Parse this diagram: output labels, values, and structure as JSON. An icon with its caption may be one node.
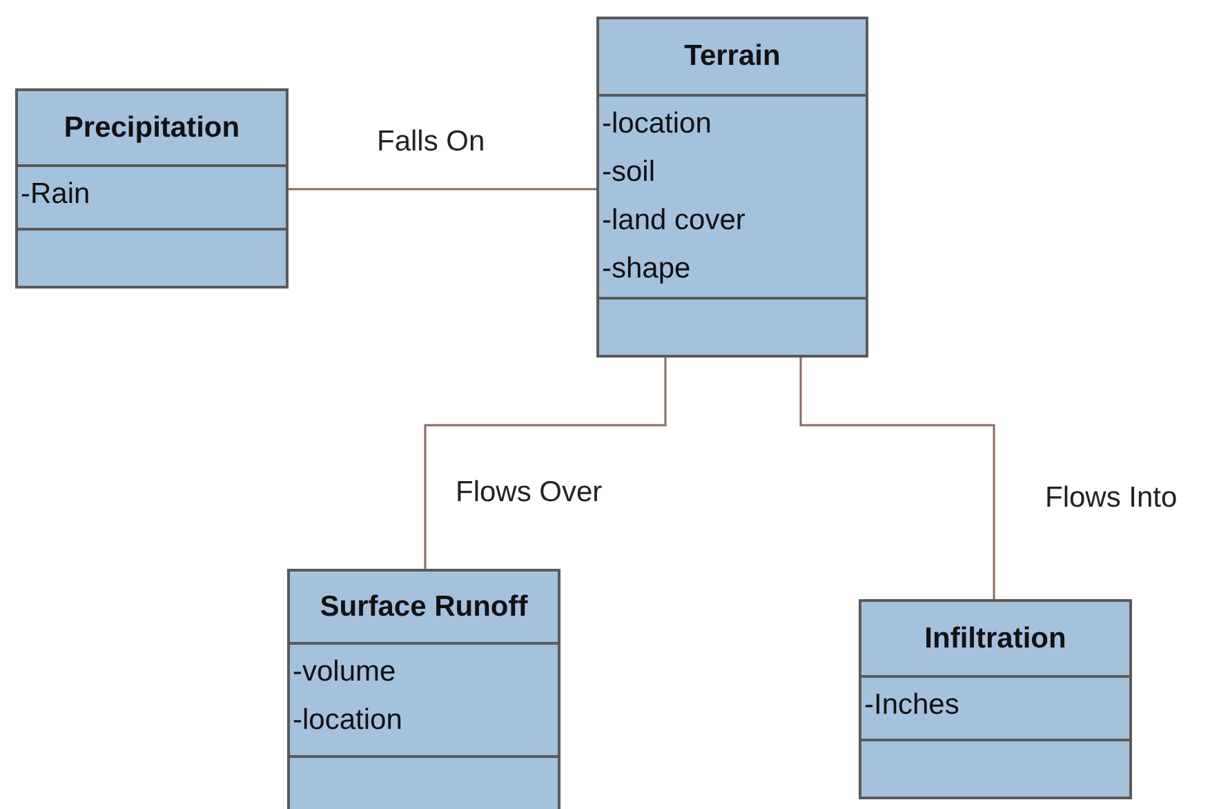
{
  "diagram": {
    "nodes": [
      {
        "text": [
          "Precipitation",
          "-Rain"
        ]
      },
      {
        "text": [
          "Terrain",
          "-location",
          "-soil",
          "-land cover",
          "-shape"
        ]
      },
      {
        "text": [
          "Surface Runoff",
          "-volume",
          "-location"
        ]
      },
      {
        "text": [
          "Infiltration",
          "-Inches"
        ]
      }
    ],
    "edges": [
      {
        "from": 0,
        "to": 1,
        "arrow": "none",
        "label": "Falls On"
      },
      {
        "from": 1,
        "to": 2,
        "arrow": "none",
        "label": "Flows Over"
      },
      {
        "from": 1,
        "to": 3,
        "arrow": "none",
        "label": "Flows Into"
      }
    ]
  }
}
